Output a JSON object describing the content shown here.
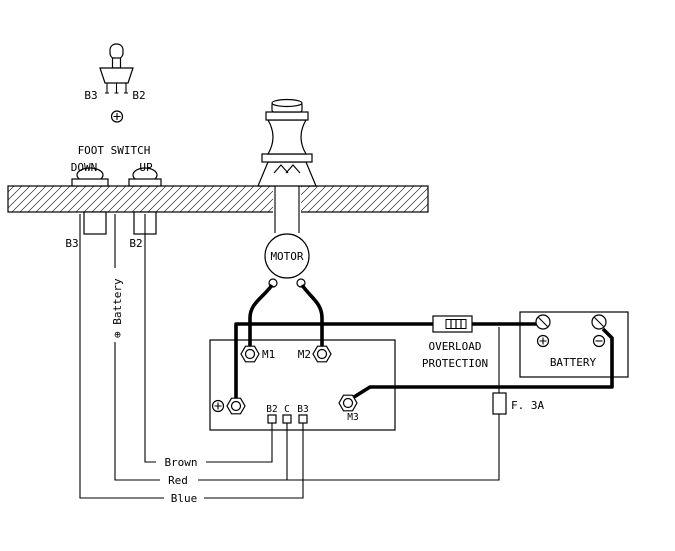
{
  "diagram": {
    "toggle_switch": {
      "b3": "B3",
      "b2": "B2"
    },
    "foot_switch": {
      "title": "FOOT SWITCH",
      "down": "DOWN",
      "up": "UP",
      "b3": "B3",
      "b2": "B2",
      "battery_feed": "⊕ Battery"
    },
    "motor": {
      "label": "MOTOR"
    },
    "control_box": {
      "m1": "M1",
      "m2": "M2",
      "m3": "M3",
      "b2": "B2",
      "c": "C",
      "b3": "B3"
    },
    "overload": {
      "line1": "OVERLOAD",
      "line2": "PROTECTION"
    },
    "battery": {
      "label": "BATTERY"
    },
    "fuse": {
      "label": "F. 3A"
    },
    "wire_labels": {
      "brown": "Brown",
      "red": "Red",
      "blue": "Blue"
    },
    "colors": {
      "ink": "#000000",
      "paper": "#ffffff"
    }
  }
}
